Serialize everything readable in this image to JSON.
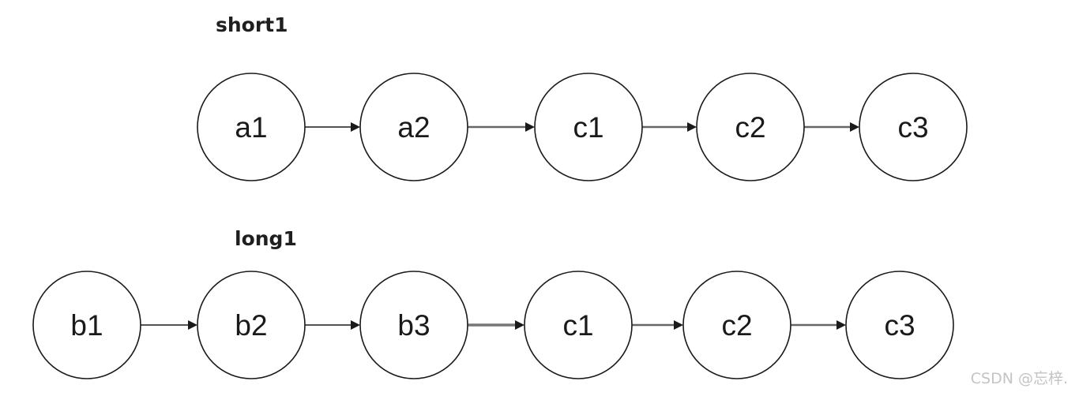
{
  "lists": [
    {
      "title": "short1",
      "nodes": [
        {
          "label": "a1"
        },
        {
          "label": "a2"
        },
        {
          "label": "c1"
        },
        {
          "label": "c2"
        },
        {
          "label": "c3"
        }
      ]
    },
    {
      "title": "long1",
      "nodes": [
        {
          "label": "b1"
        },
        {
          "label": "b2"
        },
        {
          "label": "b3"
        },
        {
          "label": "c1"
        },
        {
          "label": "c2"
        },
        {
          "label": "c3"
        }
      ]
    }
  ],
  "watermark": "CSDN @忘梓."
}
